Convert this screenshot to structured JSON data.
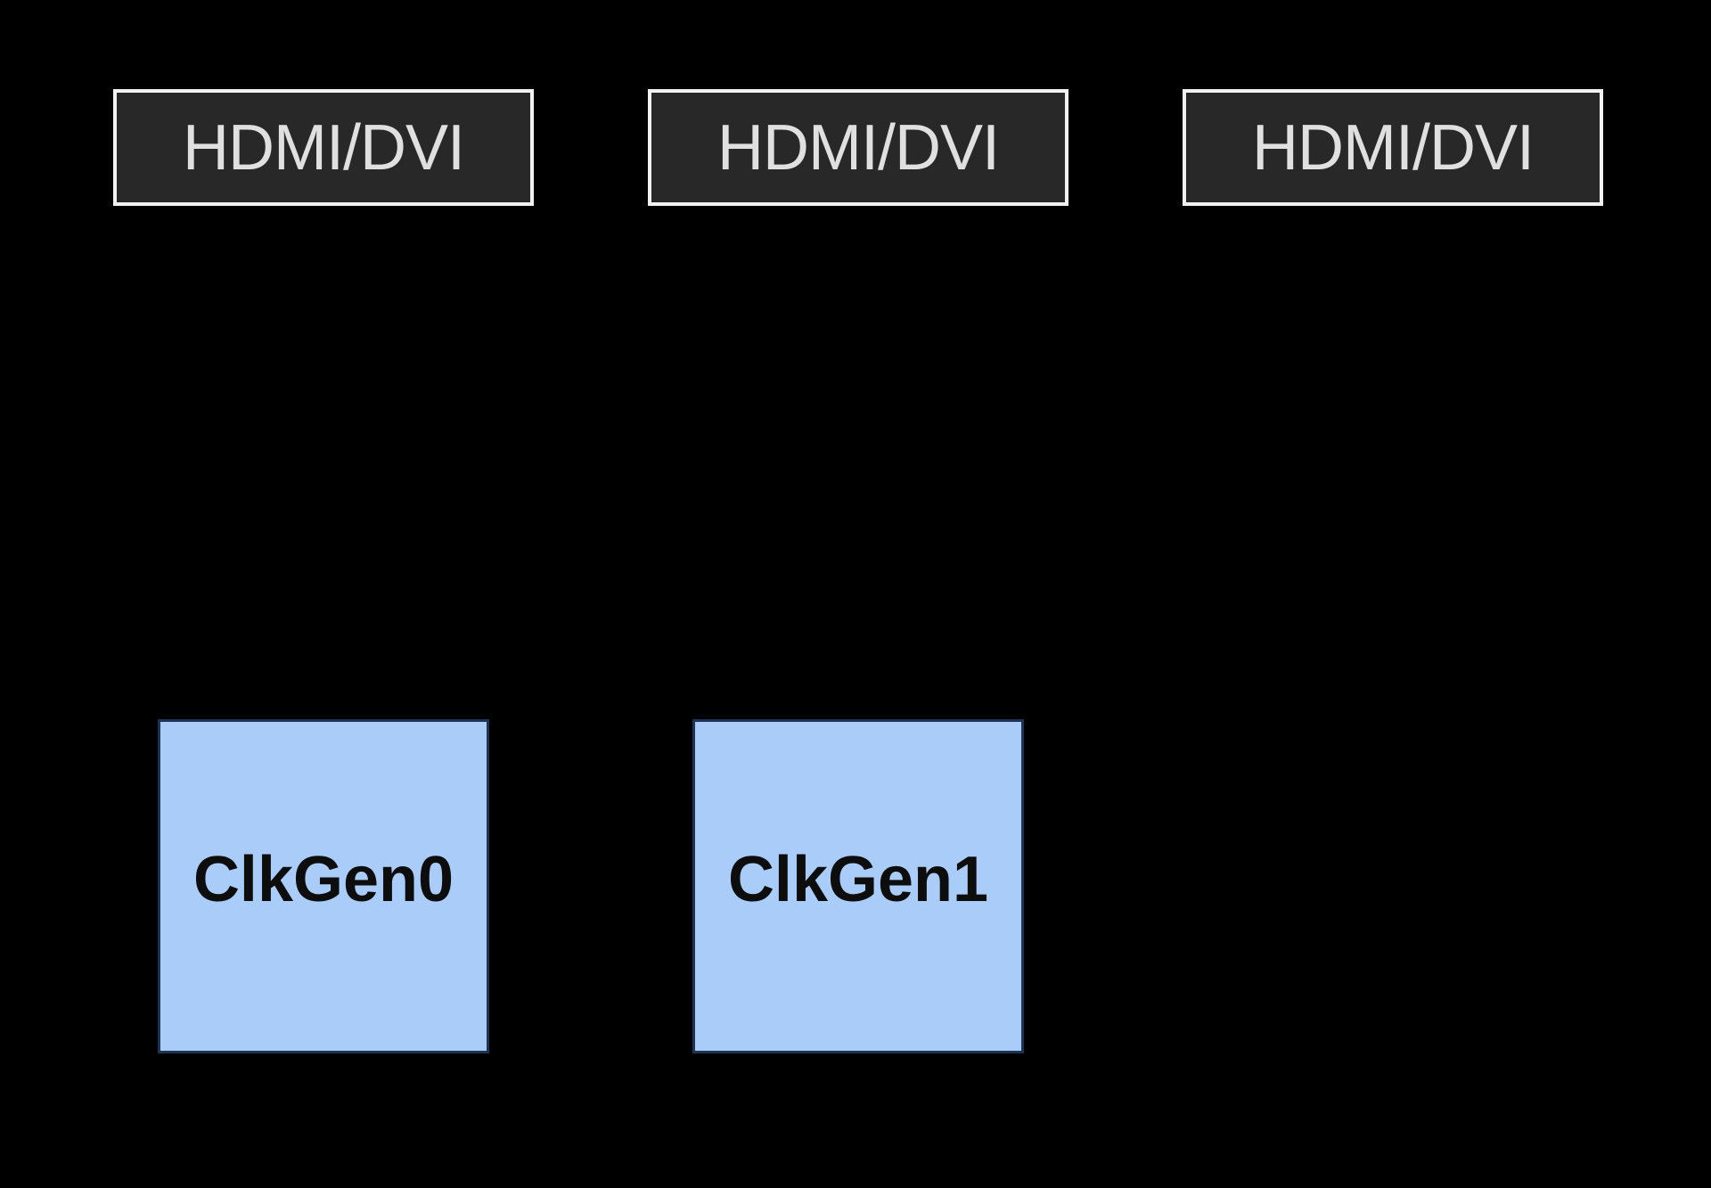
{
  "diagram": {
    "background_color": "#000000",
    "hdmi_ports": [
      {
        "label": "HDMI/DVI"
      },
      {
        "label": "HDMI/DVI"
      },
      {
        "label": "HDMI/DVI"
      }
    ],
    "clock_generators": [
      {
        "label": "ClkGen0"
      },
      {
        "label": "ClkGen1"
      }
    ],
    "colors": {
      "hdmi_box_fill": "#282828",
      "hdmi_box_border": "#f2f2f2",
      "hdmi_box_text": "#e0e0e0",
      "clkgen_fill": "#a9cdf8",
      "clkgen_border": "#1f3354",
      "clkgen_text": "#0d0d0d"
    }
  }
}
